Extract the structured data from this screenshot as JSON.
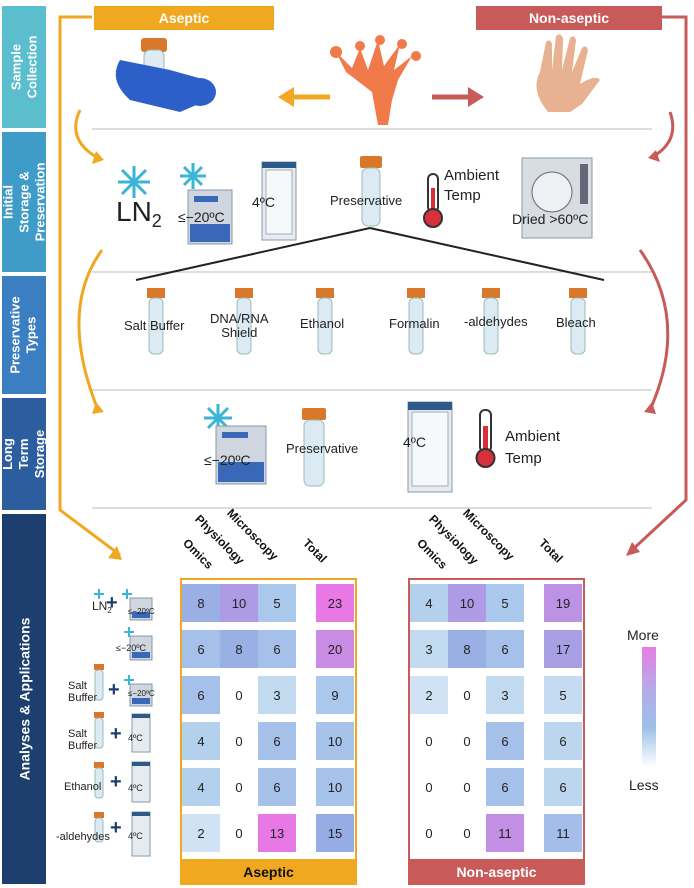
{
  "sections": {
    "sample_collection": "Sample Collection",
    "initial_storage": "Initial Storage & Preservation",
    "preservative_types": "Preservative Types",
    "long_term": "Long Term Storage",
    "analyses": "Analyses & Applications"
  },
  "top": {
    "aseptic": "Aseptic",
    "non_aseptic": "Non-aseptic"
  },
  "initial": {
    "ln2": "LN",
    "ln2_sub": "2",
    "freezer": "≤−20ºC",
    "fridge": "4ºC",
    "preservative": "Preservative",
    "ambient": "Ambient\nTemp",
    "dried": "Dried >60ºC"
  },
  "preservatives": [
    "Salt Buffer",
    "DNA/RNA\nShield",
    "Ethanol",
    "Formalin",
    "-aldehydes",
    "Bleach"
  ],
  "longterm": {
    "freezer": "≤−20ºC",
    "preservative": "Preservative",
    "fridge": "4ºC",
    "ambient": "Ambient\nTemp"
  },
  "columns": [
    "Omics",
    "Physiology",
    "Microscopy",
    "Total"
  ],
  "row_labels": {
    "r1_text": "LN",
    "r1_sub": "2",
    "r1_freezer": "≤−20ºC",
    "r2_freezer": "≤−20ºC",
    "r3_text": "Salt\nBuffer",
    "r3_freezer": "≤−20ºC",
    "r4_text": "Salt\nBuffer",
    "r4_fridge": "4ºC",
    "r5_text": "Ethanol",
    "r5_fridge": "4ºC",
    "r6_text": "-aldehydes",
    "r6_fridge": "4ºC"
  },
  "aseptic_table": [
    [
      8,
      10,
      5,
      23
    ],
    [
      6,
      8,
      6,
      20
    ],
    [
      6,
      0,
      3,
      9
    ],
    [
      4,
      0,
      6,
      10
    ],
    [
      4,
      0,
      6,
      10
    ],
    [
      2,
      0,
      13,
      15
    ]
  ],
  "non_aseptic_table": [
    [
      4,
      10,
      5,
      19
    ],
    [
      3,
      8,
      6,
      17
    ],
    [
      2,
      0,
      3,
      5
    ],
    [
      0,
      0,
      6,
      6
    ],
    [
      0,
      0,
      6,
      6
    ],
    [
      0,
      0,
      11,
      11
    ]
  ],
  "legend": {
    "more": "More",
    "less": "Less"
  },
  "footer": {
    "aseptic": "Aseptic",
    "non_aseptic": "Non-aseptic"
  },
  "colors": {
    "aseptic": "#f0a820",
    "non_aseptic": "#c85a5a",
    "side1": "#5bbecf",
    "side2": "#3f9cc8",
    "side3": "#3b7fc2",
    "side4": "#2c5e9f",
    "side5": "#1d3f6e"
  }
}
